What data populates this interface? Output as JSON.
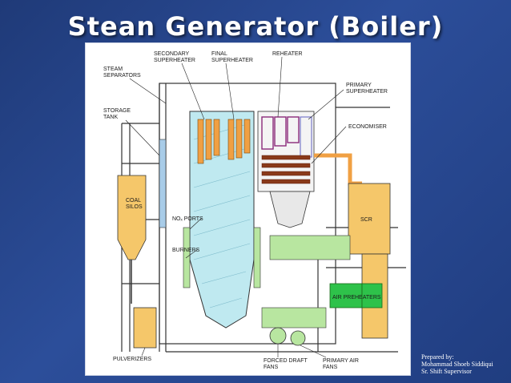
{
  "slide": {
    "title": "Stean Generator (Boiler)"
  },
  "diagram": {
    "labels": {
      "secondary_superheater": [
        "SECONDARY",
        "SUPERHEATER"
      ],
      "final_superheater": [
        "FINAL",
        "SUPERHEATER"
      ],
      "reheater": [
        "REHEATER"
      ],
      "steam_separators": [
        "STEAM",
        "SEPARATORS"
      ],
      "primary_superheater": [
        "PRIMARY",
        "SUPERHEATER"
      ],
      "storage_tank": [
        "STORAGE",
        "TANK"
      ],
      "economiser": [
        "ECONOMISER"
      ],
      "coal_silos": [
        "COAL",
        "SILOS"
      ],
      "nox_ports": [
        "NOₓ PORTS"
      ],
      "scr": [
        "SCR"
      ],
      "burners": [
        "BURNERS"
      ],
      "air_preheaters": [
        "AIR PREHEATERS"
      ],
      "pulverizers": [
        "PULVERIZERS"
      ],
      "forced_draft_fans": [
        "FORCED DRAFT",
        "FANS"
      ],
      "primary_air_fans": [
        "PRIMARY AIR",
        "FANS"
      ]
    },
    "colors": {
      "furnace": "#bfe9f0",
      "superheater": "#f0a043",
      "reheater": "#8a2a7a",
      "economiser": "#8a3a1a",
      "coal_silo": "#f5c76a",
      "scr": "#f5c76a",
      "ductwork": "#b8e6a0",
      "air_preheater": "#2ec24a",
      "steel": "#333333"
    }
  },
  "credit": {
    "line1": "Prepared by:",
    "line2": "Mohammad Shoeb Siddiqui",
    "line3": "Sr. Shift Supervisor"
  }
}
